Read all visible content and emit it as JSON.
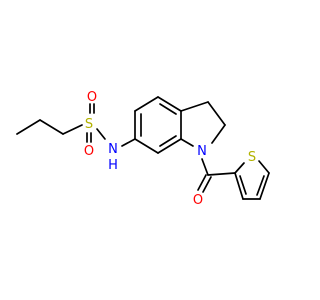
{
  "molecule": {
    "atoms": {
      "sulfonyl_s": "S",
      "sulfonyl_o_upper": "O",
      "sulfonyl_o_lower": "O",
      "amide_n": "N",
      "amide_h": "H",
      "indoline_n": "N",
      "carbonyl_o": "O",
      "thiophene_s": "S"
    },
    "colors": {
      "bond": "#000000",
      "oxygen": "#ff0000",
      "nitrogen": "#0000ff",
      "sulfur": "#b2b200",
      "background": "#ffffff"
    }
  }
}
